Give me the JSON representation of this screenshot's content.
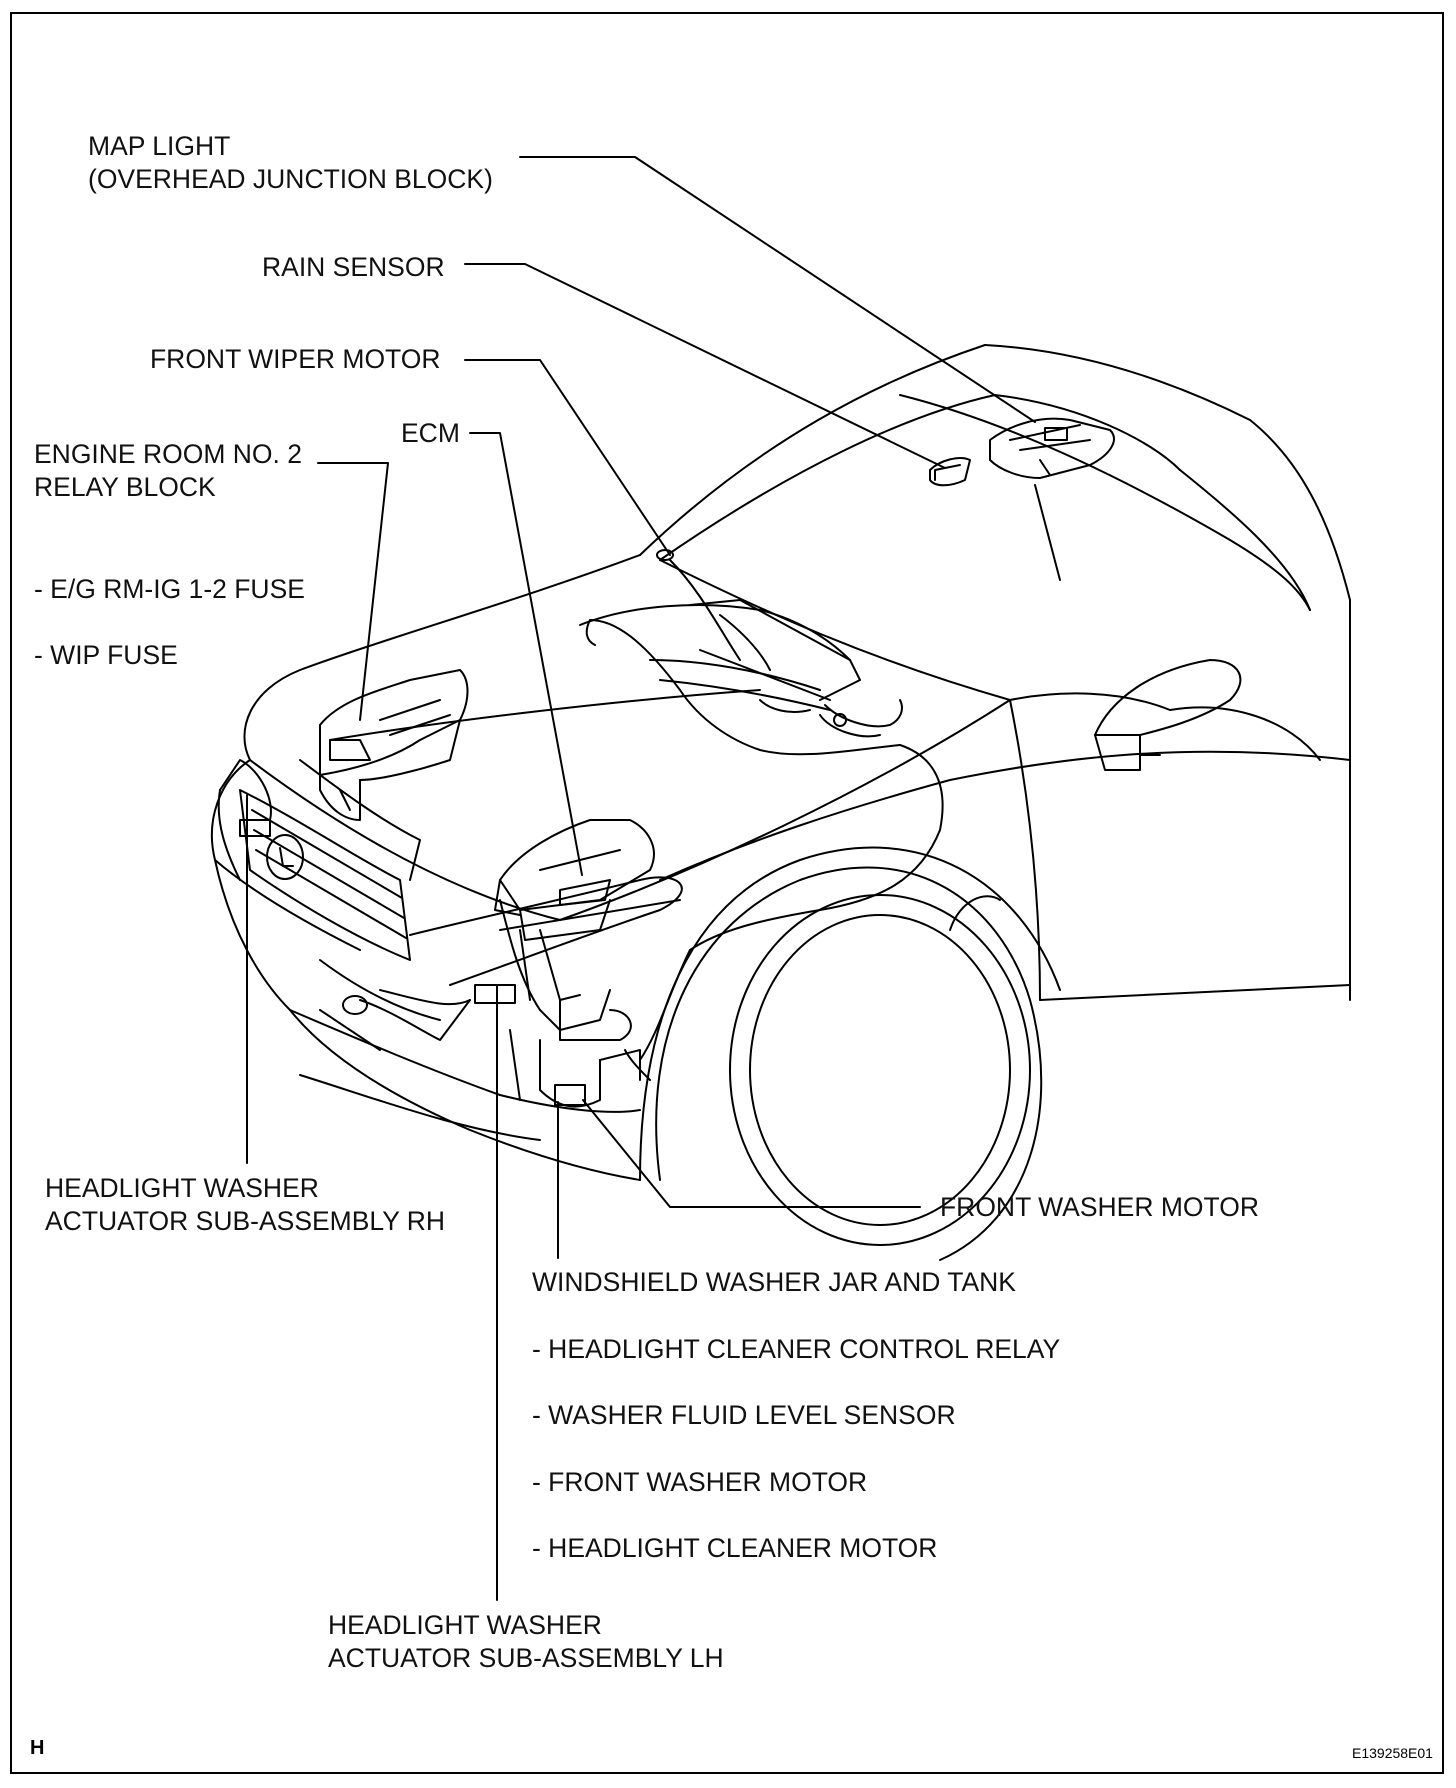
{
  "labels": {
    "map_light_1": "MAP LIGHT",
    "map_light_2": "(OVERHEAD JUNCTION BLOCK)",
    "rain_sensor": "RAIN SENSOR",
    "front_wiper_motor": "FRONT WIPER MOTOR",
    "ecm": "ECM",
    "relay_block_1": "ENGINE ROOM NO. 2",
    "relay_block_2": "RELAY BLOCK",
    "fuse_1": "- E/G RM-IG 1-2 FUSE",
    "fuse_2": "- WIP FUSE",
    "hl_washer_rh_1": "HEADLIGHT WASHER",
    "hl_washer_rh_2": "ACTUATOR SUB-ASSEMBLY RH",
    "front_washer_motor": "FRONT WASHER MOTOR",
    "washer_jar": "WINDSHIELD WASHER JAR AND TANK",
    "jar_item_1": "- HEADLIGHT CLEANER CONTROL RELAY",
    "jar_item_2": "- WASHER FLUID LEVEL SENSOR",
    "jar_item_3": "- FRONT WASHER MOTOR",
    "jar_item_4": "- HEADLIGHT CLEANER MOTOR",
    "hl_washer_lh_1": "HEADLIGHT WASHER",
    "hl_washer_lh_2": "ACTUATOR SUB-ASSEMBLY LH"
  },
  "corner_mark": "H",
  "figure_code": "E139258E01"
}
